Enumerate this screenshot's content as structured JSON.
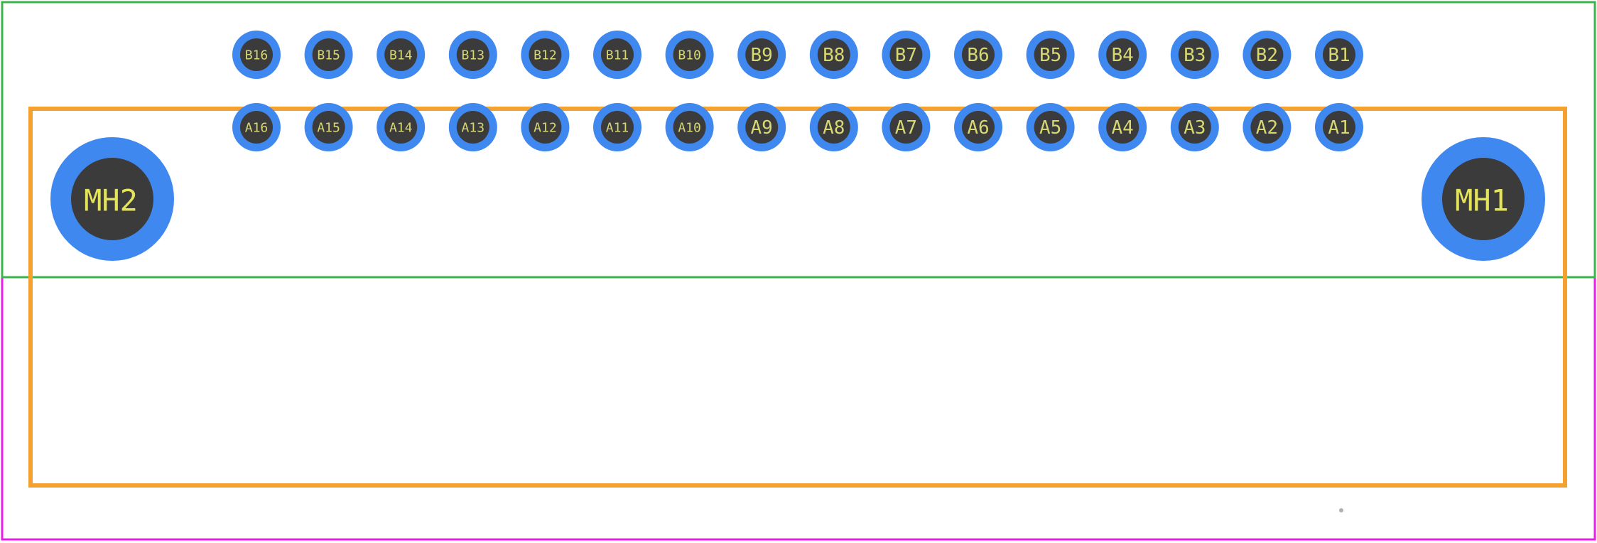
{
  "colors": {
    "courtyard": "#3cb44b",
    "assembly": "#e81ee8",
    "silkscreen": "#f5a130",
    "pad_ring": "#3f88f0",
    "pad_core": "#3b3b3b",
    "pad_text": "#d8d873"
  },
  "pads": {
    "row_b": [
      "B16",
      "B15",
      "B14",
      "B13",
      "B12",
      "B11",
      "B10",
      "B9",
      "B8",
      "B7",
      "B6",
      "B5",
      "B4",
      "B3",
      "B2",
      "B1"
    ],
    "row_a": [
      "A16",
      "A15",
      "A14",
      "A13",
      "A12",
      "A11",
      "A10",
      "A9",
      "A8",
      "A7",
      "A6",
      "A5",
      "A4",
      "A3",
      "A2",
      "A1"
    ]
  },
  "mounting_holes": {
    "left": "MH2",
    "right": "MH1"
  }
}
